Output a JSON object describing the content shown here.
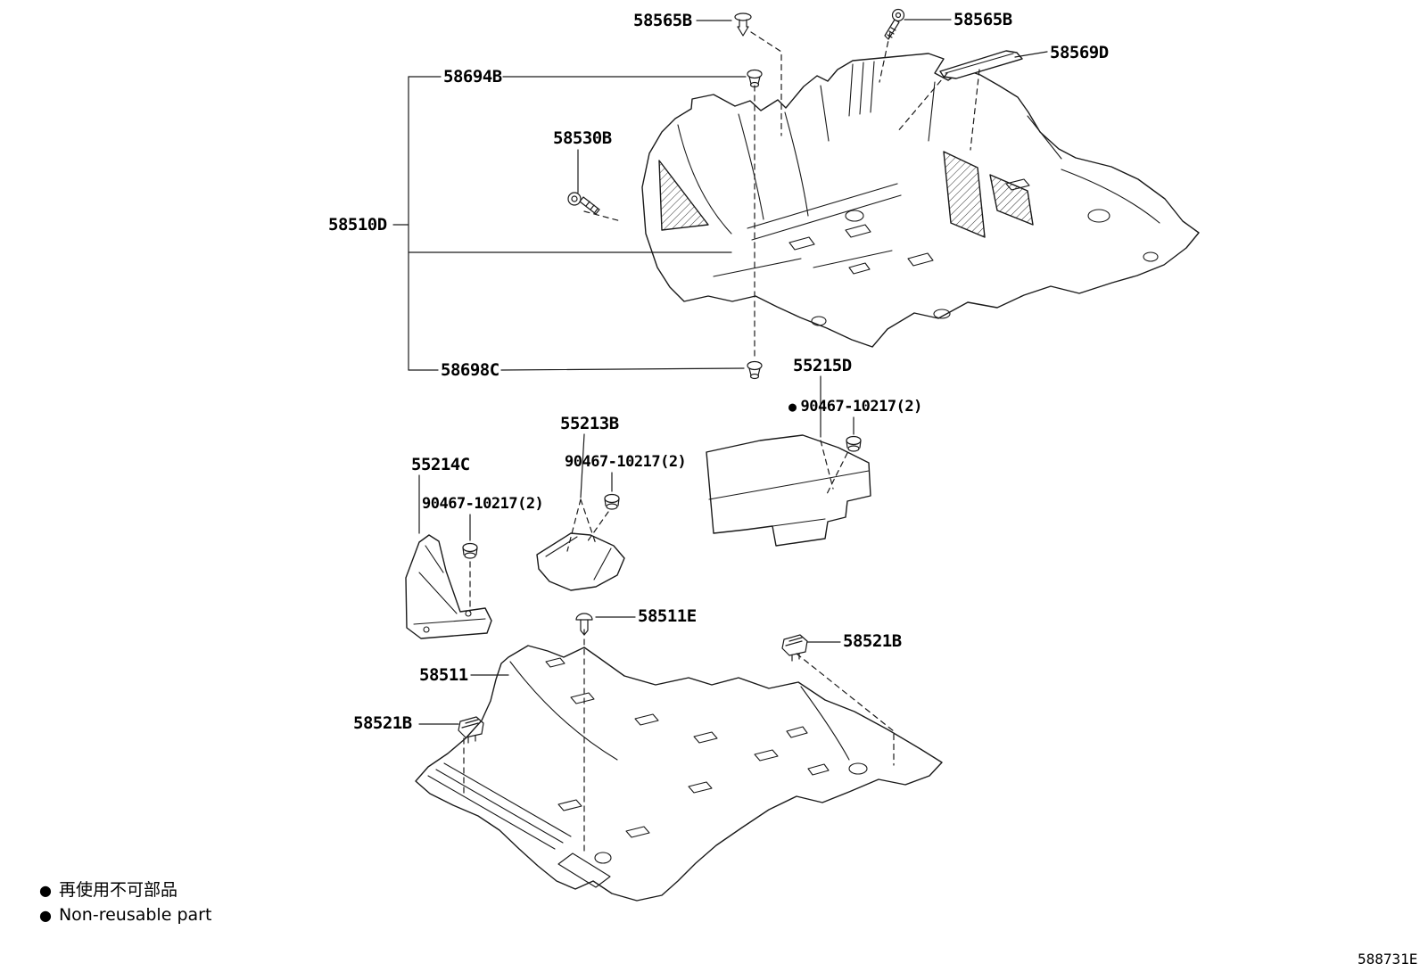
{
  "diagram": {
    "ink_color": "#1a1a1a",
    "background_color": "#ffffff",
    "marker": "●",
    "doc_number": "588731E",
    "legend": {
      "jp": "再使用不可部品",
      "en": "Non-reusable part"
    },
    "labels": [
      {
        "id": "58565B-left",
        "text": "58565B"
      },
      {
        "id": "58565B-right",
        "text": "58565B"
      },
      {
        "id": "58569D",
        "text": "58569D"
      },
      {
        "id": "58694B",
        "text": "58694B"
      },
      {
        "id": "58530B",
        "text": "58530B"
      },
      {
        "id": "58510D",
        "text": "58510D"
      },
      {
        "id": "58698C",
        "text": "58698C"
      },
      {
        "id": "55215D",
        "text": "55215D"
      },
      {
        "id": "90467-10217-a",
        "text": "90467-10217(2)",
        "non_reusable": true
      },
      {
        "id": "55213B",
        "text": "55213B"
      },
      {
        "id": "90467-10217-b",
        "text": "90467-10217(2)"
      },
      {
        "id": "55214C",
        "text": "55214C"
      },
      {
        "id": "90467-10217-c",
        "text": "90467-10217(2)"
      },
      {
        "id": "58511E",
        "text": "58511E"
      },
      {
        "id": "58521B-right",
        "text": "58521B"
      },
      {
        "id": "58511",
        "text": "58511"
      },
      {
        "id": "58521B-left",
        "text": "58521B"
      }
    ],
    "icons": [
      {
        "name": "push-clip-icon"
      },
      {
        "name": "screw-icon"
      },
      {
        "name": "grommet-clip-icon"
      },
      {
        "name": "trim-clip-icon"
      },
      {
        "name": "push-pin-icon"
      }
    ]
  }
}
